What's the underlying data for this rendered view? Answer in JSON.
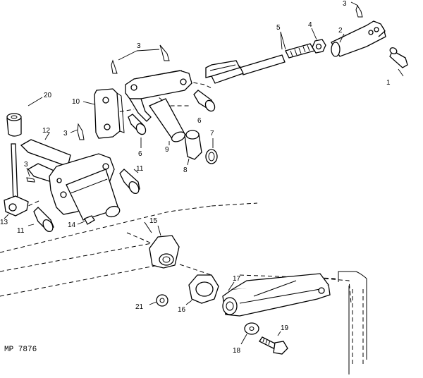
{
  "callouts": [
    {
      "id": "c1",
      "label": "1"
    },
    {
      "id": "c2",
      "label": "2"
    },
    {
      "id": "c3a",
      "label": "3"
    },
    {
      "id": "c3b",
      "label": "3"
    },
    {
      "id": "c3c",
      "label": "3"
    },
    {
      "id": "c3d",
      "label": "3"
    },
    {
      "id": "c4",
      "label": "4"
    },
    {
      "id": "c5",
      "label": "5"
    },
    {
      "id": "c6a",
      "label": "6"
    },
    {
      "id": "c6b",
      "label": "6"
    },
    {
      "id": "c7",
      "label": "7"
    },
    {
      "id": "c8",
      "label": "8"
    },
    {
      "id": "c9",
      "label": "9"
    },
    {
      "id": "c10",
      "label": "10"
    },
    {
      "id": "c11a",
      "label": "11"
    },
    {
      "id": "c11b",
      "label": "11"
    },
    {
      "id": "c12",
      "label": "12"
    },
    {
      "id": "c13",
      "label": "13"
    },
    {
      "id": "c14",
      "label": "14"
    },
    {
      "id": "c15",
      "label": "15"
    },
    {
      "id": "c16",
      "label": "16"
    },
    {
      "id": "c17",
      "label": "17"
    },
    {
      "id": "c18",
      "label": "18"
    },
    {
      "id": "c19",
      "label": "19"
    },
    {
      "id": "c20",
      "label": "20"
    },
    {
      "id": "c21",
      "label": "21"
    }
  ],
  "figure_code": "MP 7876"
}
